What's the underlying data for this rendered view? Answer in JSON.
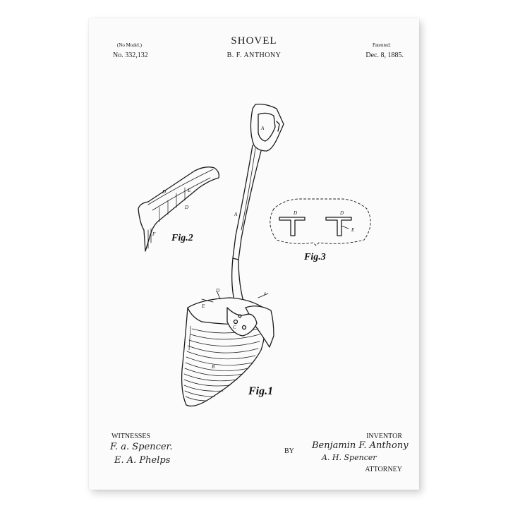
{
  "header": {
    "title": "SHOVEL",
    "no_model": "(No Model.)",
    "patent_number": "No. 332,132",
    "inventor_name": "B. F. ANTHONY",
    "patented_label": "Patented:",
    "patented_date": "Dec. 8, 1885."
  },
  "figures": {
    "fig1": "Fig.1",
    "fig2": "Fig.2",
    "fig3": "Fig.3"
  },
  "footer": {
    "witnesses_label": "WITNESSES",
    "witness_1": "F. a. Spencer.",
    "witness_2": "E. A. Phelps",
    "by_label": "BY",
    "inventor_label": "INVENTOR",
    "inventor_signature": "Benjamin F. Anthony",
    "attorney_signature": "A. H. Spencer",
    "attorney_label": "ATTORNEY"
  },
  "part_labels": {
    "A": "A",
    "B": "B",
    "C": "C",
    "D": "D",
    "E": "E",
    "F": "F",
    "x": "x"
  },
  "colors": {
    "ink": "#1a1a1a",
    "paper": "#fbfbfb",
    "background": "#ffffff"
  }
}
